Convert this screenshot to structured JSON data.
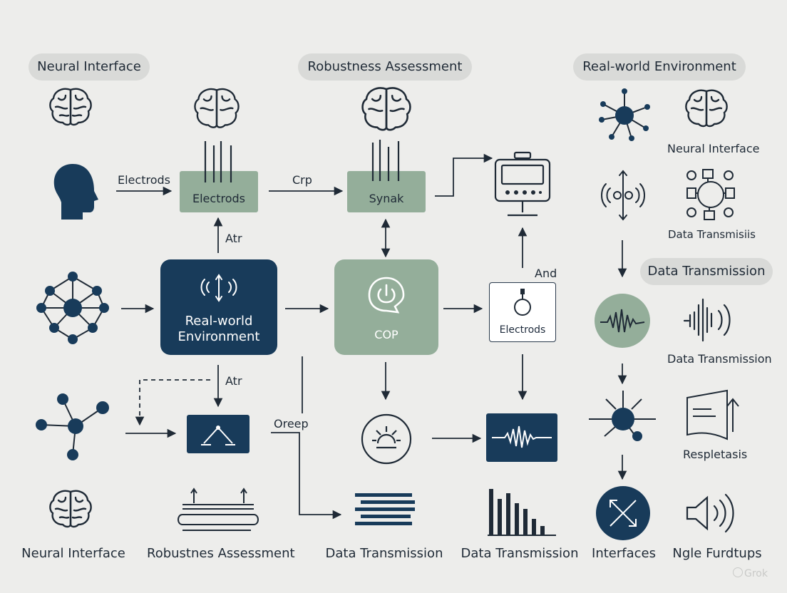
{
  "headers": {
    "left": "Neural Interface",
    "center": "Robustness Assessment",
    "right": "Real-world Environment",
    "data_transmission": "Data Transmission"
  },
  "edge_labels": {
    "electrods": "Electrods",
    "crp": "Crp",
    "atr_top": "Atr",
    "atr_bottom": "Atr",
    "and": "And",
    "oreep": "Oreep"
  },
  "boxes": {
    "electrodes_box": "Electrods",
    "synak_box": "Synak",
    "realworld_box": "Real-world Environment",
    "cop_box": "COP",
    "electrodes_device": "Electrods"
  },
  "right_labels": {
    "neural_interface": "Neural Interface",
    "data_transmisiis": "Data Transmisiis",
    "data_transmission": "Data Transmission",
    "respletasis": "Respletasis"
  },
  "bottom_labels": {
    "neural_interface": "Neural Interface",
    "robustness": "Robustnes Assessment",
    "data_transmission_1": "Data Transmission",
    "data_transmission_2": "Data Transmission",
    "interfaces": "Interfaces",
    "ngle": "Ngle Furdtups"
  },
  "watermark": "Grok",
  "colors": {
    "navy": "#183b5a",
    "sage": "#94ae9a",
    "background": "#ededeb",
    "pill": "#d9dad8"
  }
}
